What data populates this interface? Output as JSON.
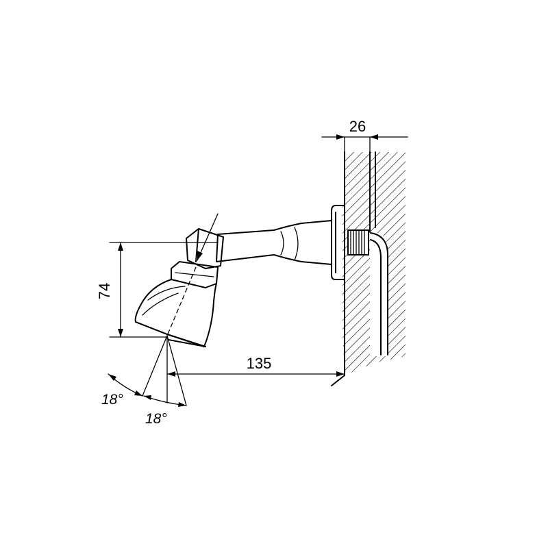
{
  "dimensions": {
    "wall_depth": "26",
    "head_height": "74",
    "projection": "135",
    "angle_left": "18°",
    "angle_right": "18°"
  }
}
